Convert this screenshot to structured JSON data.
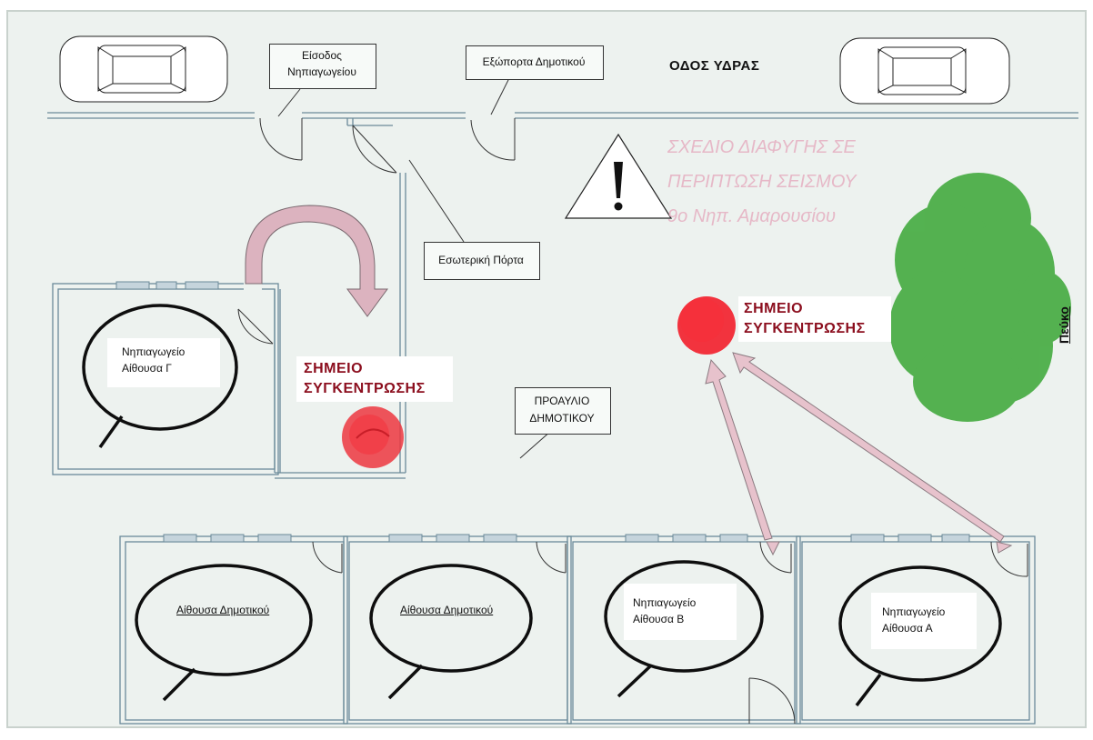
{
  "street": {
    "name": "ΟΔΟΣ ΥΔΡΑΣ",
    "entrance_label_1": "Είσοδος",
    "entrance_label_2": "Νηπιαγωγείου",
    "gate_label": "Εξώπορτα Δημοτικού"
  },
  "title": {
    "line1": "ΣΧΕΔΙΟ ΔΙΑΦΥΓΗΣ ΣΕ",
    "line2": "ΠΕΡΙΠΤΩΣΗ ΣΕΙΣΜΟΥ",
    "line3": "9ο Νηπ. Αμαρουσίου"
  },
  "labels": {
    "inner_door": "Εσωτερική Πόρτα",
    "courtyard_1": "ΠΡΟΑΥΛΙΟ",
    "courtyard_2": "ΔΗΜΟΤΙΚΟΥ",
    "tree": "Πεύκο"
  },
  "assembly": {
    "line1": "ΣΗΜΕΙΟ",
    "line2": "ΣΥΓΚΕΝΤΡΩΣΗΣ"
  },
  "rooms": {
    "gamma": {
      "line1": "Νηπιαγωγείο",
      "line2": "Αίθουσα Γ"
    },
    "elementary_1": "Αίθουσα Δημοτικού",
    "elementary_2": "Αίθουσα Δημοτικού",
    "beta": {
      "line1": "Νηπιαγωγείο",
      "line2": "Αίθουσα Β"
    },
    "alpha": {
      "line1": "Νηπιαγωγείο",
      "line2": "Αίθουσα Α"
    }
  },
  "colors": {
    "assembly_text": "#8b0d1d",
    "assembly_dot": "#f21e2a",
    "arrow_fill": "#e7c2cc",
    "title_text": "#e6b8c7",
    "tree": "#4cae48",
    "wall": "#6b8a99"
  }
}
